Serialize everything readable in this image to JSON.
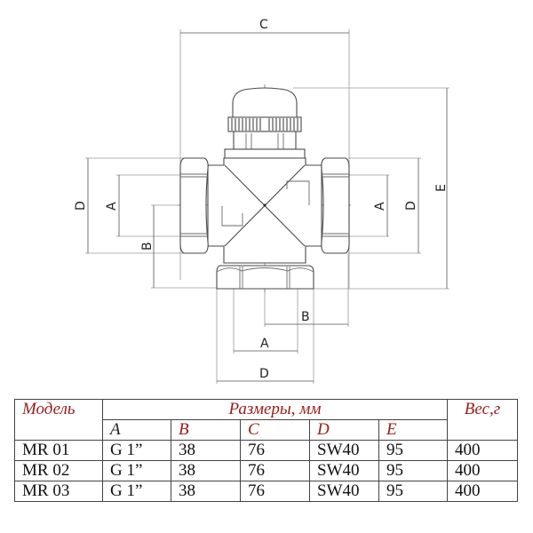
{
  "drawing": {
    "dimension_labels": {
      "top_c": "C",
      "left_d": "D",
      "left_a": "A",
      "left_b": "B",
      "right_a": "A",
      "right_d": "D",
      "right_e": "E",
      "bottom_b": "B",
      "bottom_a": "A",
      "bottom_d": "D"
    }
  },
  "table": {
    "header": {
      "model": "Модель",
      "dimensions_group": "Размеры, мм",
      "weight": "Вес,г",
      "columns": [
        "A",
        "B",
        "C",
        "D",
        "E"
      ]
    },
    "rows": [
      {
        "model": "MR 01",
        "A": "G 1”",
        "B": "38",
        "C": "76",
        "D": "SW40",
        "E": "95",
        "weight": "400"
      },
      {
        "model": "MR 02",
        "A": "G 1”",
        "B": "38",
        "C": "76",
        "D": "SW40",
        "E": "95",
        "weight": "400"
      },
      {
        "model": "MR 03",
        "A": "G 1”",
        "B": "38",
        "C": "76",
        "D": "SW40",
        "E": "95",
        "weight": "400"
      }
    ],
    "colors": {
      "header_text": "#9b1b1b",
      "body_text": "#111111",
      "border": "#444444"
    }
  }
}
